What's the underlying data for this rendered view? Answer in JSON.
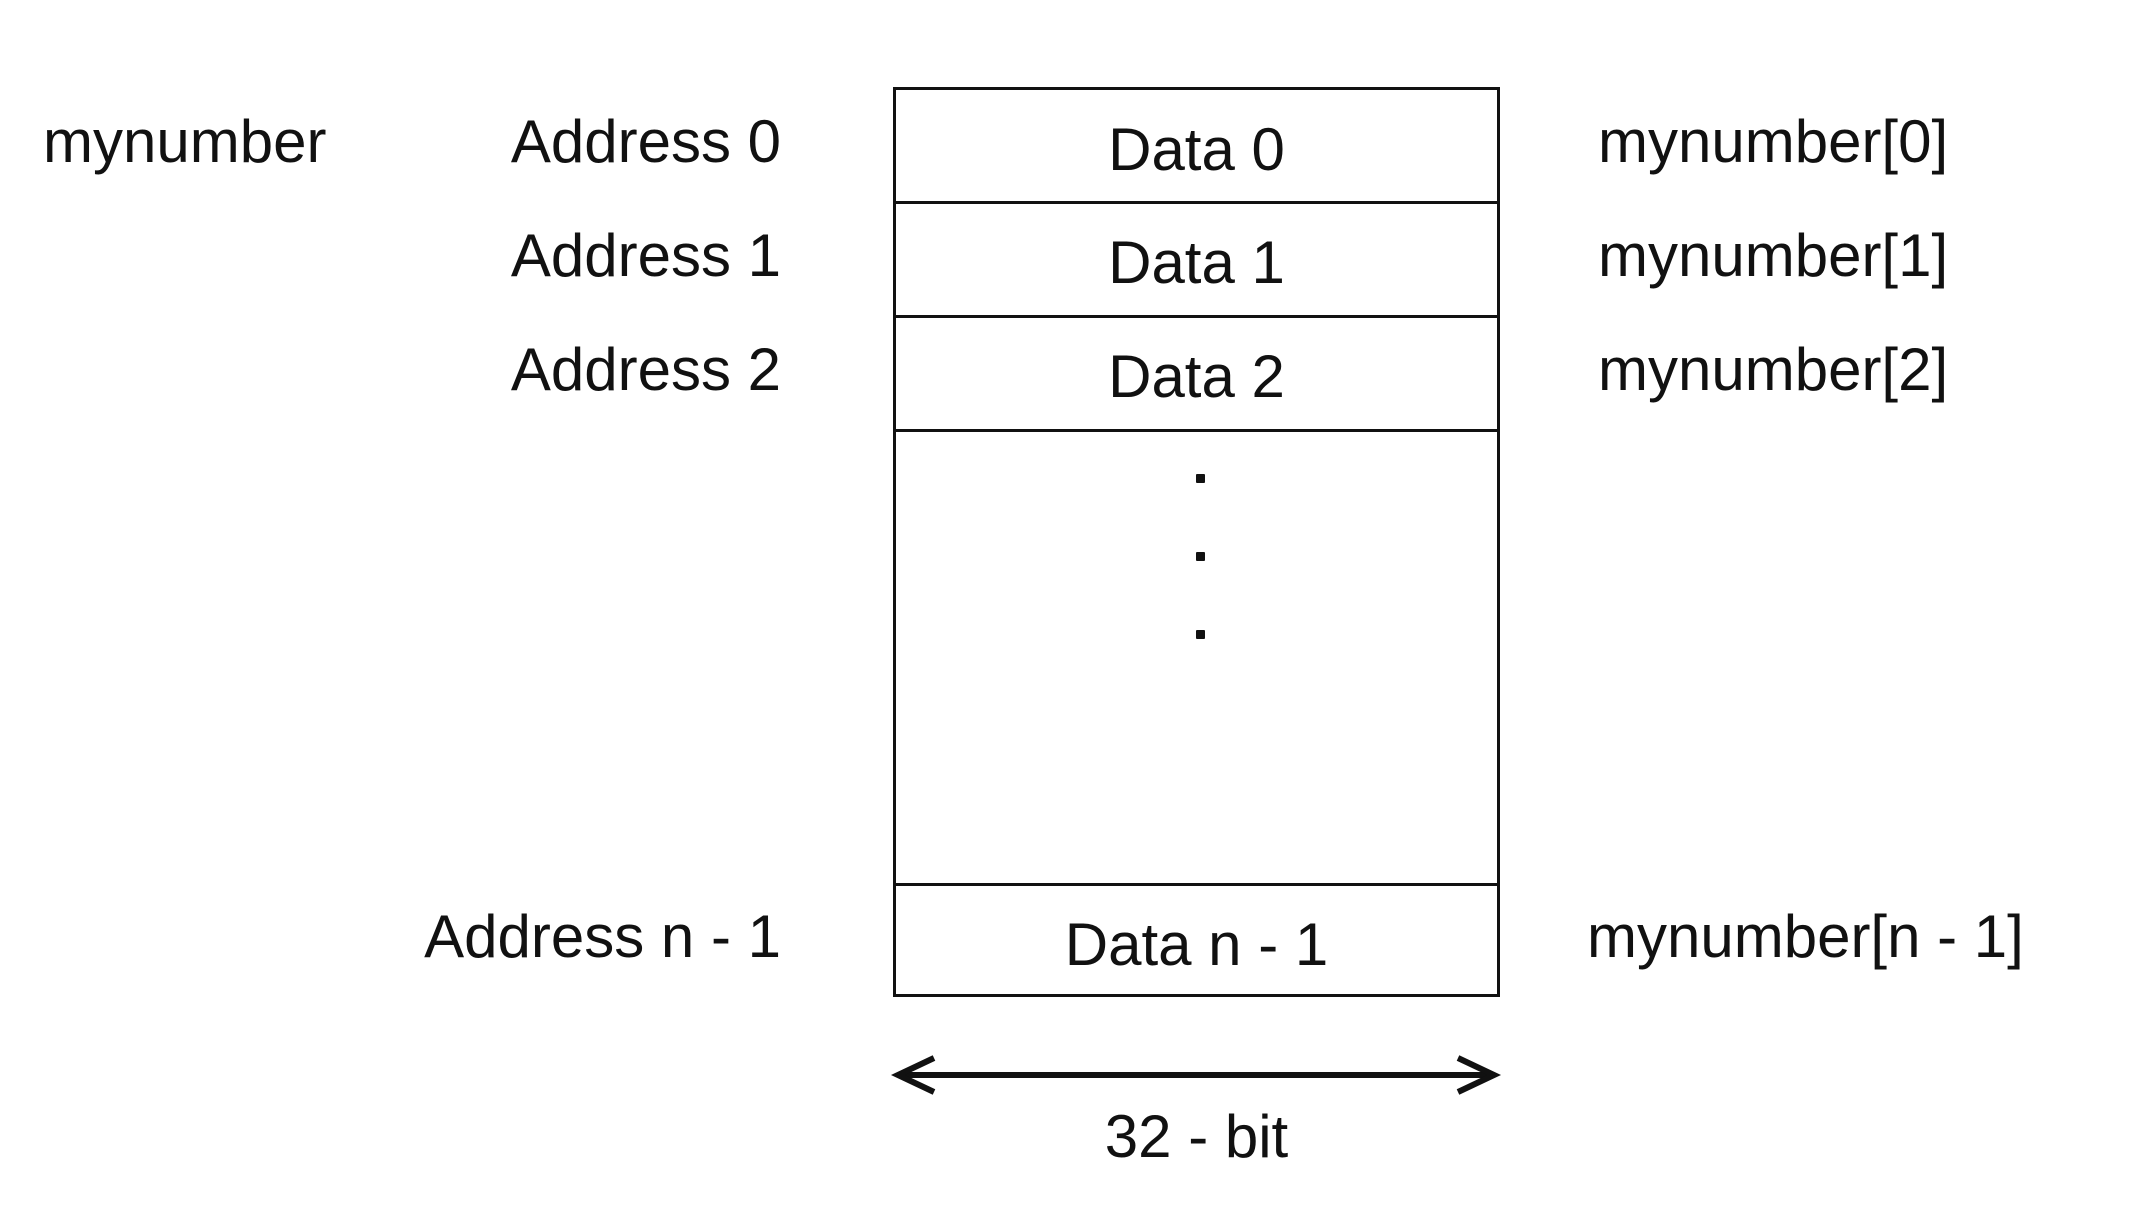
{
  "array_name": "mynumber",
  "cells": [
    {
      "address": "Address 0",
      "data": "Data 0",
      "index": "mynumber[0]"
    },
    {
      "address": "Address 1",
      "data": "Data 1",
      "index": "mynumber[1]"
    },
    {
      "address": "Address 2",
      "data": "Data 2",
      "index": "mynumber[2]"
    },
    {
      "address": "Address n - 1",
      "data": "Data n - 1",
      "index": "mynumber[n - 1]"
    }
  ],
  "ellipsis": "...",
  "width_label": "32 - bit",
  "colors": {
    "line": "#111111",
    "background": "#ffffff"
  }
}
